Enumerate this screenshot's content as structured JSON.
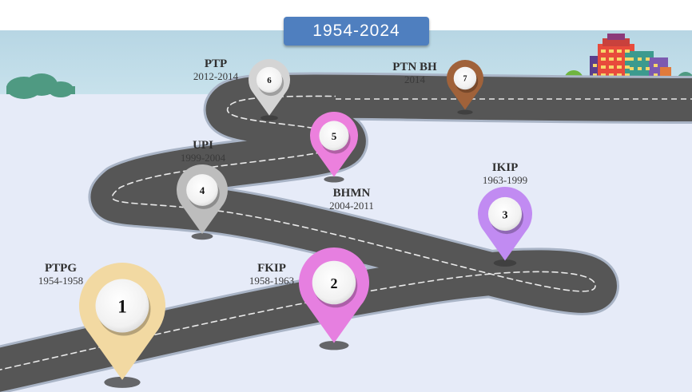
{
  "title": "1954-2024",
  "milestones": [
    {
      "number": "1",
      "name": "PTPG",
      "years": "1954-1958",
      "color": "#f2d9a2"
    },
    {
      "number": "2",
      "name": "FKIP",
      "years": "1958-1963",
      "color": "#e67fe0"
    },
    {
      "number": "3",
      "name": "IKIP",
      "years": "1963-1999",
      "color": "#c18bf2"
    },
    {
      "number": "4",
      "name": "UPI",
      "years": "1999-2004",
      "color": "#bdbdbd"
    },
    {
      "number": "5",
      "name": "BHMN",
      "years": "2004-2011",
      "color": "#ec80dd"
    },
    {
      "number": "6",
      "name": "PTP",
      "years": "2012-2014",
      "color": "#d4d4d4"
    },
    {
      "number": "7",
      "name": "PTN BH",
      "years": "2014",
      "color": "#a0623a"
    }
  ],
  "colors": {
    "sky": "#bcd9e6",
    "ground": "#e6ebf8",
    "road": "#555555",
    "road_edge": "#a9b4c6",
    "bush": "#4f9a82",
    "title_badge": "#4f7fbf"
  },
  "icons": [
    "bush-icon",
    "tree-icon",
    "building-icon"
  ]
}
